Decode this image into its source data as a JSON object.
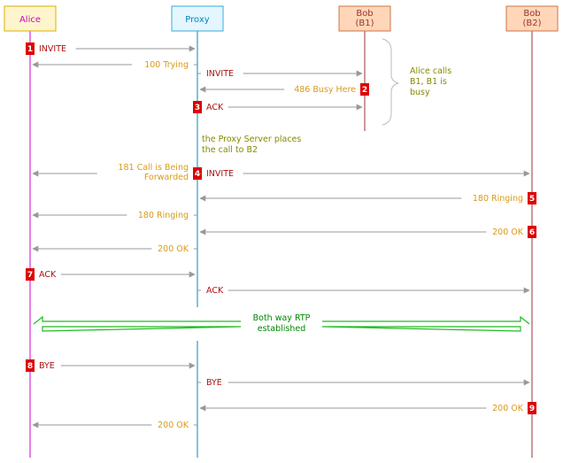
{
  "participants": [
    {
      "id": "alice",
      "lines": [
        "Alice"
      ],
      "color": "#cc00cc",
      "fill": "#fff5cc",
      "stroke": "#d8b000"
    },
    {
      "id": "proxy",
      "lines": [
        "Proxy"
      ],
      "color": "#0088bb",
      "fill": "#e4f6ff",
      "stroke": "#3aa8d8"
    },
    {
      "id": "b1",
      "lines": [
        "Bob",
        "(B1)"
      ],
      "color": "#993333",
      "fill": "#ffd6b8",
      "stroke": "#cc7744"
    },
    {
      "id": "b2",
      "lines": [
        "Bob",
        "(B2)"
      ],
      "color": "#993333",
      "fill": "#ffd6b8",
      "stroke": "#cc7744"
    }
  ],
  "messages": [
    {
      "num": "1",
      "text": "INVITE"
    },
    {
      "text": "100 Trying"
    },
    {
      "text": "INVITE"
    },
    {
      "num": "2",
      "text": "486 Busy Here"
    },
    {
      "num": "3",
      "text": "ACK"
    },
    {
      "num": "4",
      "lines": [
        "181 Call is Being",
        "Forwarded"
      ]
    },
    {
      "text": "INVITE"
    },
    {
      "num": "5",
      "text": "180 Ringing"
    },
    {
      "text": "180 Ringing"
    },
    {
      "num": "6",
      "text": "200 OK"
    },
    {
      "text": "200 OK"
    },
    {
      "num": "7",
      "text": "ACK"
    },
    {
      "text": "ACK"
    },
    {
      "num": "8",
      "text": "BYE"
    },
    {
      "text": "BYE"
    },
    {
      "num": "9",
      "text": "200 OK"
    },
    {
      "text": "200 OK"
    }
  ],
  "notes": {
    "b1_note": [
      "Alice calls",
      "B1, B1 is",
      "busy"
    ],
    "proxy_note": [
      "the Proxy Server places",
      "the call to B2"
    ]
  },
  "rtp": {
    "lines": [
      "Both way RTP",
      "established"
    ]
  },
  "colors": {
    "request": "#aa1111",
    "response": "#d89a1a",
    "note": "#888800",
    "arrow": "#999999",
    "marker": "#dd0000",
    "rtp": "#22bb22",
    "rtp_text": "#008800"
  }
}
